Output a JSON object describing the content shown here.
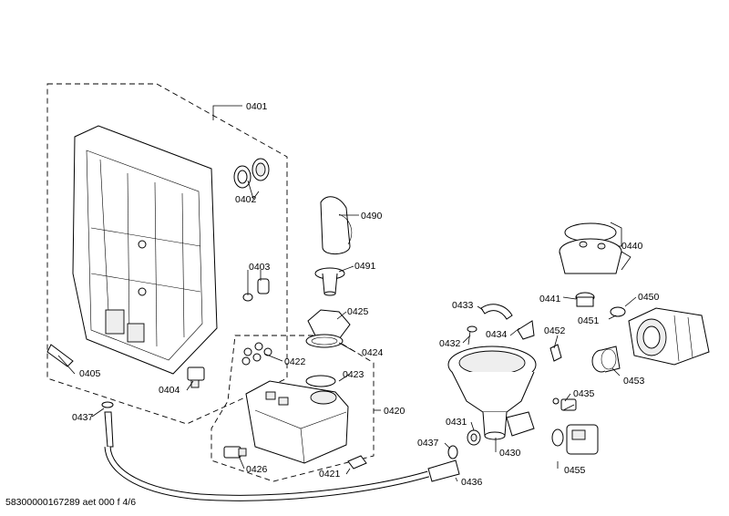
{
  "labels": {
    "p0401": "0401",
    "p0402": "0402",
    "p0403": "0403",
    "p0404": "0404",
    "p0405": "0405",
    "p0437a": "0437",
    "p0490": "0490",
    "p0491": "0491",
    "p0425": "0425",
    "p0424": "0424",
    "p0422": "0422",
    "p0423": "0423",
    "p0420": "0420",
    "p0426": "0426",
    "p0421": "0421",
    "p0433": "0433",
    "p0434": "0434",
    "p0432": "0432",
    "p0452": "0452",
    "p0431": "0431",
    "p0430": "0430",
    "p0437b": "0437",
    "p0436": "0436",
    "p0440": "0440",
    "p0441": "0441",
    "p0450": "0450",
    "p0451": "0451",
    "p0453": "0453",
    "p0435": "0435",
    "p0455": "0455"
  },
  "footer": "58300000167289 aet 000 f 4/6"
}
